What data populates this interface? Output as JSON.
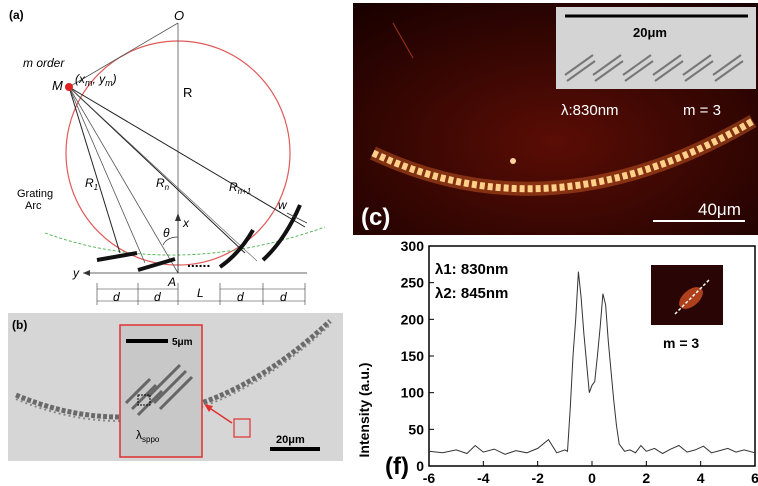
{
  "panel_a": {
    "label": "(a)",
    "center_label": "O",
    "order_label": "m order",
    "point_label": "M",
    "point_coords": "(x",
    "coord_m": "m",
    "coord_y": ", y",
    "coord_close": ")",
    "radius_label": "R",
    "r1_label": "R",
    "r1_sub": "1",
    "rn_label": "R",
    "rn_sub": "n",
    "rn1_label": "R",
    "rn1_sub": "n+1",
    "w_label": "w",
    "theta_label": "θ",
    "x_axis_label": "x",
    "y_axis_label": "y",
    "origin_label": "A",
    "dots_label": "......",
    "grating_arc_label_1": "Grating",
    "grating_arc_label_2": "Arc",
    "d_labels": [
      "d",
      "d",
      "d",
      "d"
    ],
    "L_label": "L"
  },
  "panel_b": {
    "label": "(b)",
    "inset_scale": "5μm",
    "lambda_label": "λ",
    "lambda_sub": "sppo",
    "scale": "20μm"
  },
  "panel_c": {
    "label": "(c)",
    "inset_scale": "20μm",
    "wavelength": "λ:830nm",
    "order": "m = 3",
    "scale": "40μm"
  },
  "panel_f": {
    "label": "(f)",
    "legend_1": "λ1: 830nm",
    "legend_2": "λ2: 845nm",
    "inset_order": "m = 3"
  },
  "chart_data": {
    "type": "line",
    "title": "",
    "xlabel": "",
    "ylabel": "Intensity (a.u.)",
    "xlim": [
      -6,
      6
    ],
    "ylim": [
      0,
      300
    ],
    "x_ticks": [
      "-6",
      "-4",
      "-2",
      "0",
      "2",
      "4",
      "6"
    ],
    "y_ticks": [
      "0",
      "50",
      "100",
      "150",
      "200",
      "250",
      "300"
    ],
    "series": [
      {
        "x": [
          -6.0,
          -5.5,
          -5.0,
          -4.6,
          -4.3,
          -4.0,
          -3.6,
          -3.2,
          -2.8,
          -2.4,
          -2.0,
          -1.6,
          -1.3,
          -1.0,
          -0.9,
          -0.8,
          -0.7,
          -0.6,
          -0.5,
          -0.4,
          -0.3,
          -0.2,
          -0.1,
          0.0,
          0.1,
          0.2,
          0.3,
          0.4,
          0.5,
          0.6,
          0.7,
          0.8,
          0.9,
          1.0,
          1.1,
          1.2,
          1.4,
          1.6,
          1.8,
          2.0,
          2.3,
          2.6,
          2.9,
          3.2,
          3.5,
          3.8,
          4.1,
          4.4,
          4.7,
          5.0,
          5.3,
          5.6,
          6.0
        ],
        "values": [
          20,
          18,
          22,
          17,
          28,
          19,
          23,
          16,
          21,
          18,
          24,
          36,
          18,
          22,
          20,
          80,
          150,
          200,
          265,
          230,
          180,
          140,
          100,
          110,
          115,
          150,
          190,
          235,
          220,
          170,
          130,
          90,
          55,
          30,
          25,
          20,
          22,
          18,
          28,
          20,
          24,
          17,
          23,
          28,
          19,
          22,
          27,
          18,
          21,
          24,
          19,
          22,
          18
        ]
      }
    ]
  },
  "colors": {
    "circle": "#e05a5a",
    "arc": "#49b04a",
    "point": "#e02020",
    "inset_border": "#e03030"
  }
}
